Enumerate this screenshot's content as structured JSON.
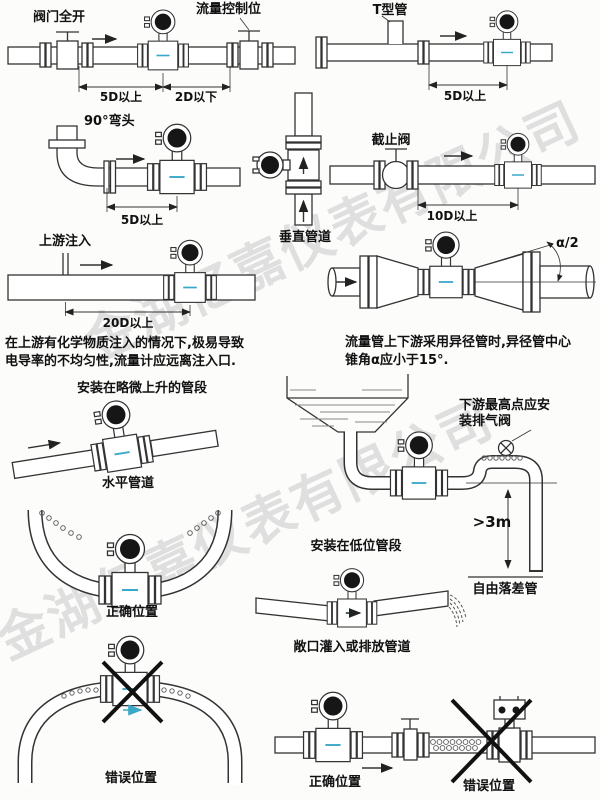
{
  "watermark": {
    "text": "金湖亿嘉仪表有限公司"
  },
  "colors": {
    "line": "#333333",
    "accent": "#3aa8c8",
    "watermark": "#c9c9c9",
    "text": "#111111"
  },
  "d1": {
    "valve_label": "阀门全开",
    "control_label": "流量控制位",
    "dim_upstream": "5D以上",
    "dim_downstream": "2D以下"
  },
  "d2": {
    "label": "T型管",
    "dim": "5D以上"
  },
  "d3": {
    "label": "90°弯头",
    "dim": "5D以上"
  },
  "d4": {
    "label": "垂直管道"
  },
  "d5": {
    "label": "截止阀",
    "dim": "10D以上"
  },
  "d6": {
    "label": "上游注入",
    "dim": "20D以上",
    "note1": "在上游有化学物质注入的情况下,极易导致",
    "note2": "电导率的不均匀性,流量计应远离注入口."
  },
  "d7": {
    "angle_label": "α/2",
    "note1": "流量管上下游采用异径管时,异径管中心",
    "note2": "锥角α应小于15°."
  },
  "d8": {
    "title": "安装在略微上升的管段",
    "label": "水平管道"
  },
  "d9": {
    "label": "正确位置"
  },
  "d10": {
    "note1": "下游最高点应安",
    "note2": "装排气阀",
    "dim": ">3m",
    "drop_label": "自由落差管",
    "low_label": "安装在低位管段"
  },
  "d11": {
    "label": "敞口灌入或排放管道"
  },
  "d12": {
    "label": "错误位置"
  },
  "d13": {
    "correct_label": "正确位置",
    "wrong_label": "错误位置"
  }
}
